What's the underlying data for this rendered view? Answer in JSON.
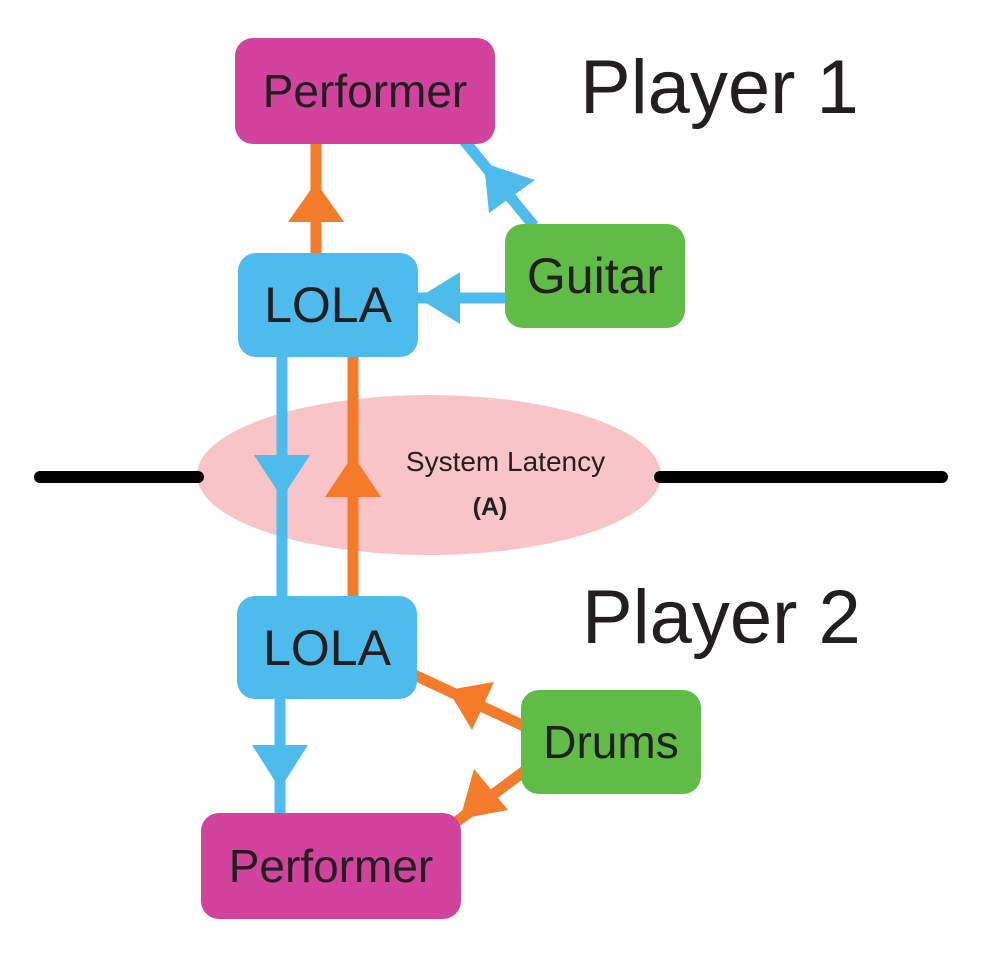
{
  "colors": {
    "performer": "#d1439d",
    "lola": "#4dbbeb",
    "instrument": "#60bb47",
    "orange_signal": "#f47b29",
    "blue_signal": "#4dbbeb",
    "latency_ellipse": "#f9c4c8",
    "divider": "#000000",
    "text": "#231f20"
  },
  "player1": {
    "heading": "Player 1",
    "performer_label": "Performer",
    "lola_label": "LOLA",
    "instrument_label": "Guitar"
  },
  "player2": {
    "heading": "Player 2",
    "performer_label": "Performer",
    "lola_label": "LOLA",
    "instrument_label": "Drums"
  },
  "latency": {
    "label": "System Latency",
    "tag": "(A)"
  }
}
